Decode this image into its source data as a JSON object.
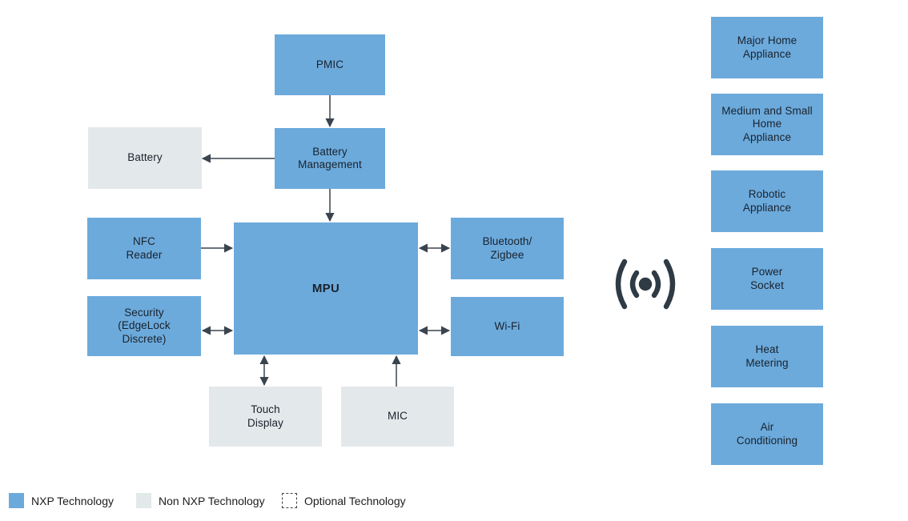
{
  "colors": {
    "nxp_blue": "#6CAADC",
    "non_nxp_gray": "#E3E8EA",
    "arrow": "#3A444E",
    "icon": "#2E3A44",
    "text": "#19222c"
  },
  "diagram": {
    "pmic": "PMIC",
    "battery_management": "Battery\nManagement",
    "battery": "Battery",
    "nfc_reader": "NFC\nReader",
    "security": "Security\n(EdgeLock\nDiscrete)",
    "mpu": "MPU",
    "bluetooth_zigbee": "Bluetooth/\nZigbee",
    "wifi": "Wi-Fi",
    "touch_display": "Touch\nDisplay",
    "mic": "MIC"
  },
  "wireless_icon": "wireless-signal",
  "appliances": [
    {
      "label": "Major Home\nAppliance"
    },
    {
      "label": "Medium and Small\nHome\nAppliance"
    },
    {
      "label": "Robotic\nAppliance"
    },
    {
      "label": "Power\nSocket"
    },
    {
      "label": "Heat\nMetering"
    },
    {
      "label": "Air\nConditioning"
    }
  ],
  "legend": [
    {
      "label": "NXP Technology",
      "swatch": "nxp-blue"
    },
    {
      "label": "Non NXP Technology",
      "swatch": "non-nxp-gray"
    },
    {
      "label": "Optional Technology",
      "swatch": "optional-dashed"
    }
  ]
}
